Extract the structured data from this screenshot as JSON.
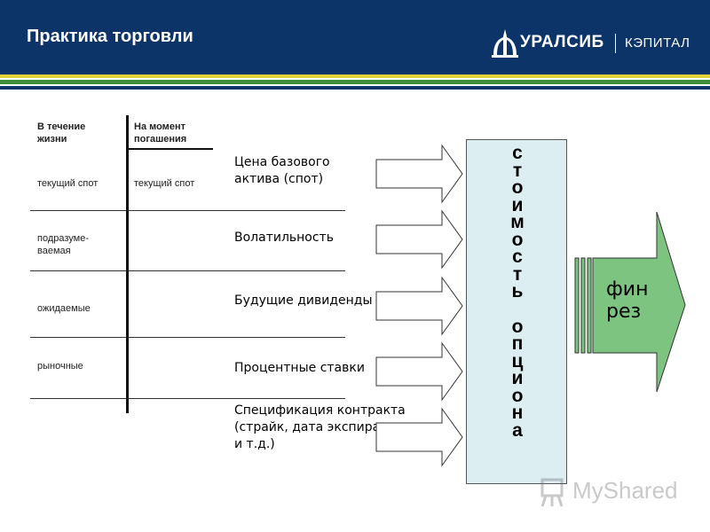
{
  "header": {
    "title": "Практика торговли",
    "logo_name": "УРАЛСИБ",
    "logo_sub": "КЭПИТАЛ",
    "bg_color": "#0c3468"
  },
  "table": {
    "col_headers": [
      "В течение жизни",
      "На момент погашения"
    ],
    "rows": [
      {
        "life": "текущий спот",
        "expiry": "текущий спот"
      },
      {
        "life": "подразуме-ваемая",
        "expiry": ""
      },
      {
        "life": "ожидаемые",
        "expiry": ""
      },
      {
        "life": "рыночные",
        "expiry": ""
      }
    ]
  },
  "factors": [
    "Цена базового актива (спот)",
    "Волатильность",
    "Будущие дивиденды",
    "Процентные ставки",
    "Спецификация контракта (страйк, дата экспирации и т.д.)"
  ],
  "option_value": {
    "words": [
      "стоимость",
      "опциона"
    ],
    "box_color": "#ddeef3"
  },
  "result": {
    "label": "фин рез",
    "arrow_color": "#7cc47f"
  },
  "watermark": "MyShared"
}
